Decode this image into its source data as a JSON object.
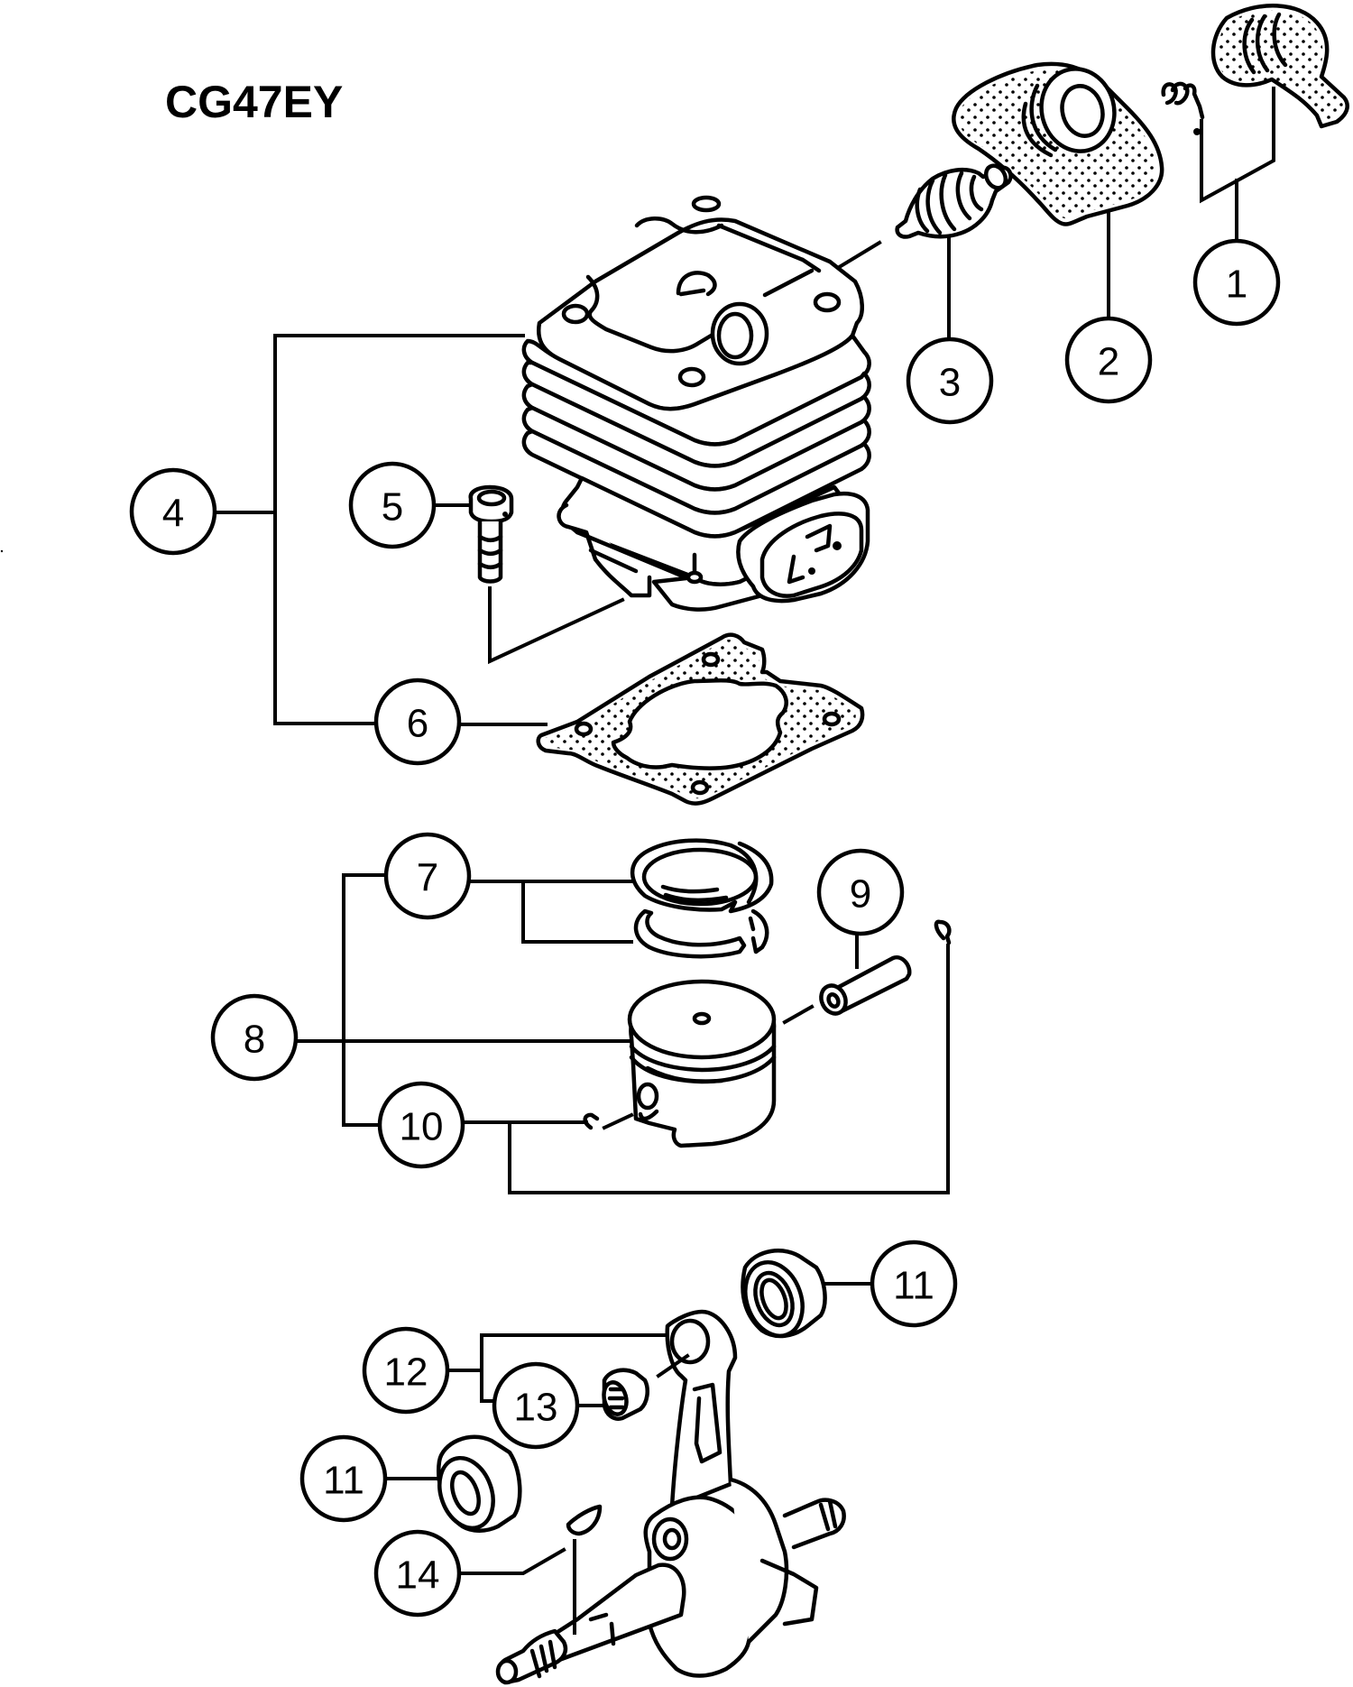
{
  "title": "CG47EY",
  "diagram": {
    "type": "exploded-parts-diagram",
    "subject": "Cylinder, piston and crankshaft assembly"
  },
  "callouts": [
    {
      "id": "c1",
      "label": "1",
      "part": "spark-plug-cap-and-spring"
    },
    {
      "id": "c2",
      "label": "2",
      "part": "plug-cover"
    },
    {
      "id": "c3",
      "label": "3",
      "part": "spark-plug"
    },
    {
      "id": "c4",
      "label": "4",
      "part": "cylinder-assembly"
    },
    {
      "id": "c5",
      "label": "5",
      "part": "cylinder-bolt"
    },
    {
      "id": "c6",
      "label": "6",
      "part": "cylinder-gasket"
    },
    {
      "id": "c7",
      "label": "7",
      "part": "piston-rings"
    },
    {
      "id": "c8",
      "label": "8",
      "part": "piston"
    },
    {
      "id": "c9",
      "label": "9",
      "part": "piston-pin"
    },
    {
      "id": "c10",
      "label": "10",
      "part": "circlip"
    },
    {
      "id": "c11a",
      "label": "11",
      "part": "oil-seal"
    },
    {
      "id": "c11b",
      "label": "11",
      "part": "oil-seal"
    },
    {
      "id": "c12",
      "label": "12",
      "part": "crankshaft-assembly"
    },
    {
      "id": "c13",
      "label": "13",
      "part": "needle-bearing"
    },
    {
      "id": "c14",
      "label": "14",
      "part": "woodruff-key"
    }
  ]
}
